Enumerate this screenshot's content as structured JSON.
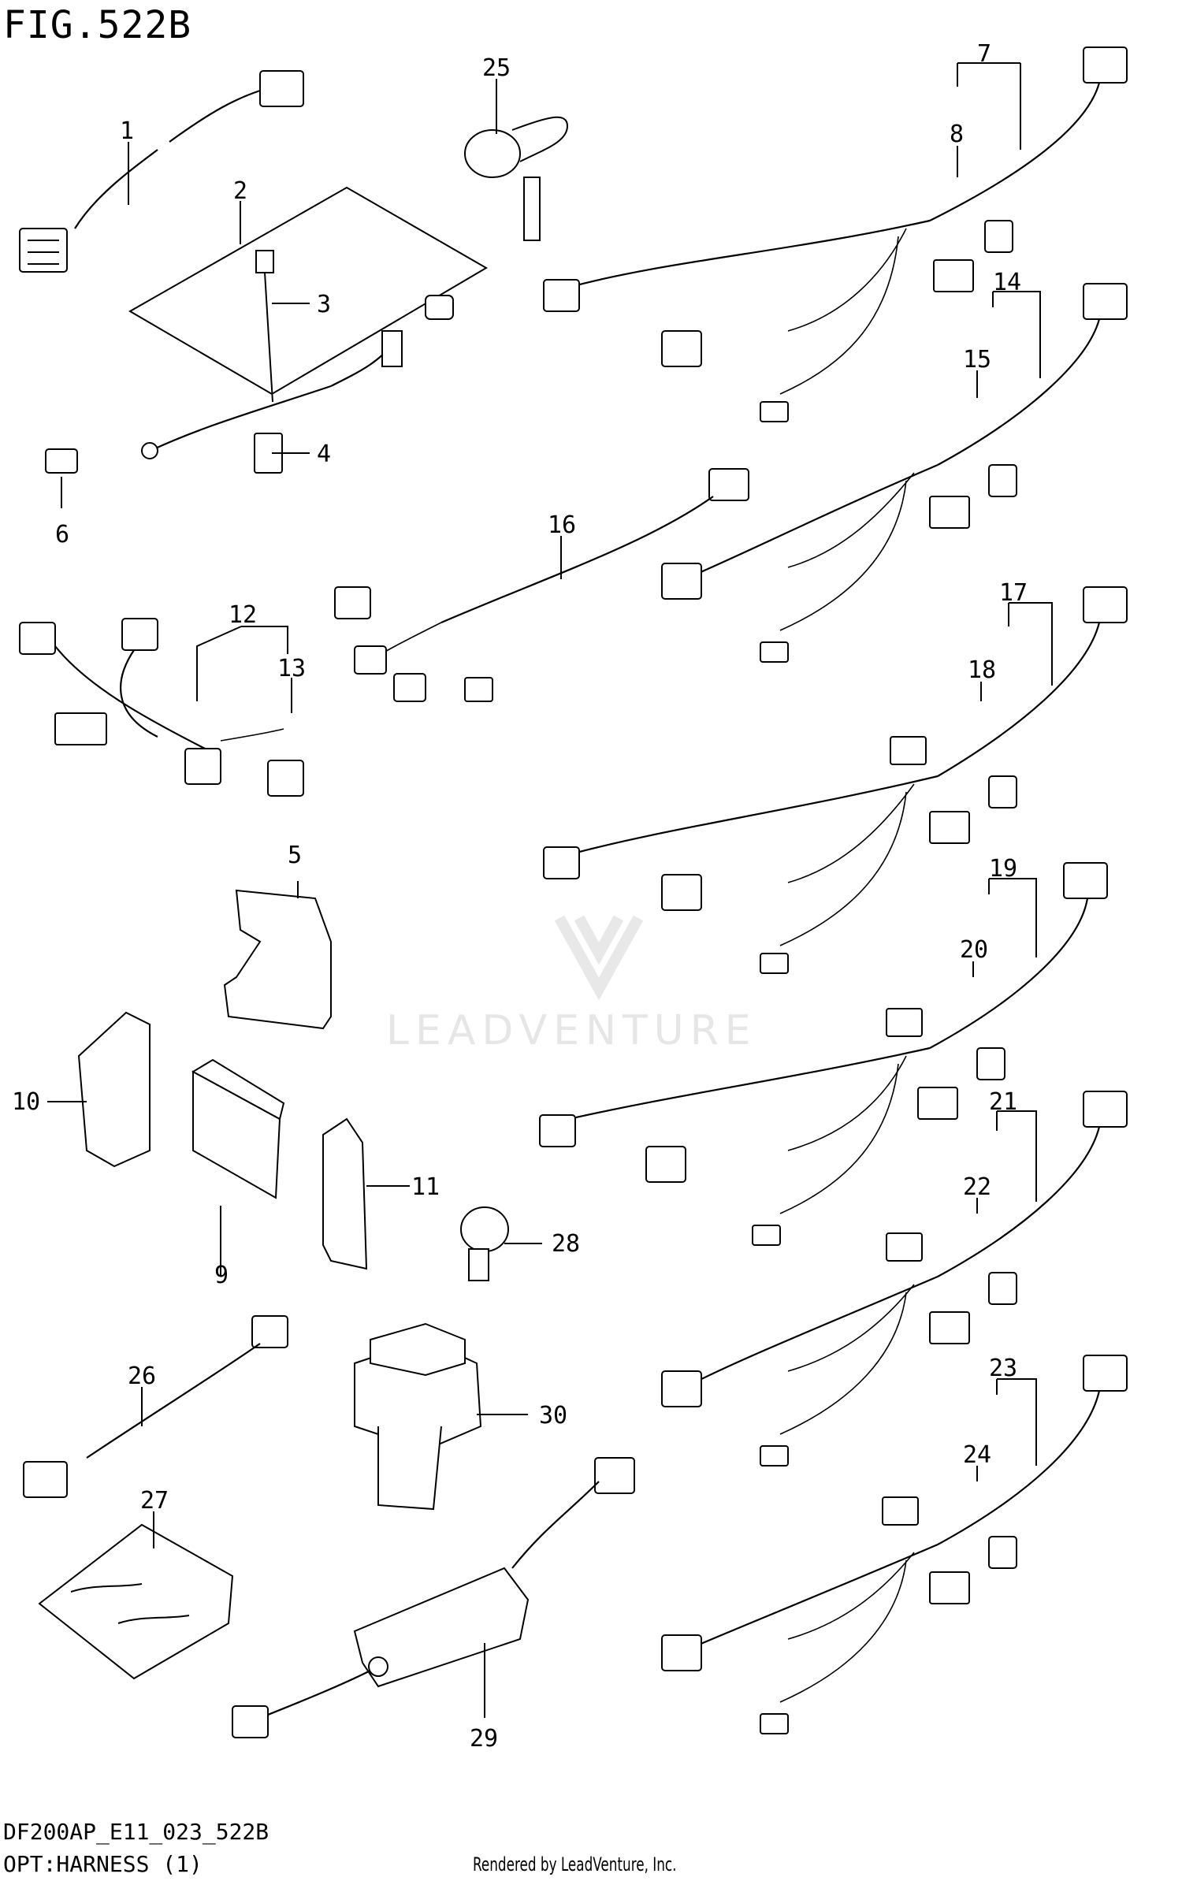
{
  "figure": {
    "title": "FIG.522B",
    "drawing_code": "DF200AP_E11_023_522B",
    "caption": "OPT:HARNESS (1)",
    "credit": "Rendered by LeadVenture, Inc.",
    "watermark": "LEADVENTURE"
  },
  "callouts": {
    "c1": "1",
    "c2": "2",
    "c3": "3",
    "c4": "4",
    "c5": "5",
    "c6": "6",
    "c7": "7",
    "c8": "8",
    "c9": "9",
    "c10": "10",
    "c11": "11",
    "c12": "12",
    "c13": "13",
    "c14": "14",
    "c15": "15",
    "c16": "16",
    "c17": "17",
    "c18": "18",
    "c19": "19",
    "c20": "20",
    "c21": "21",
    "c22": "22",
    "c23": "23",
    "c24": "24",
    "c25": "25",
    "c26": "26",
    "c27": "27",
    "c28": "28",
    "c29": "29",
    "c30": "30"
  },
  "colors": {
    "ink": "#000000",
    "paper": "#ffffff",
    "watermark": "#e6e6e6"
  }
}
